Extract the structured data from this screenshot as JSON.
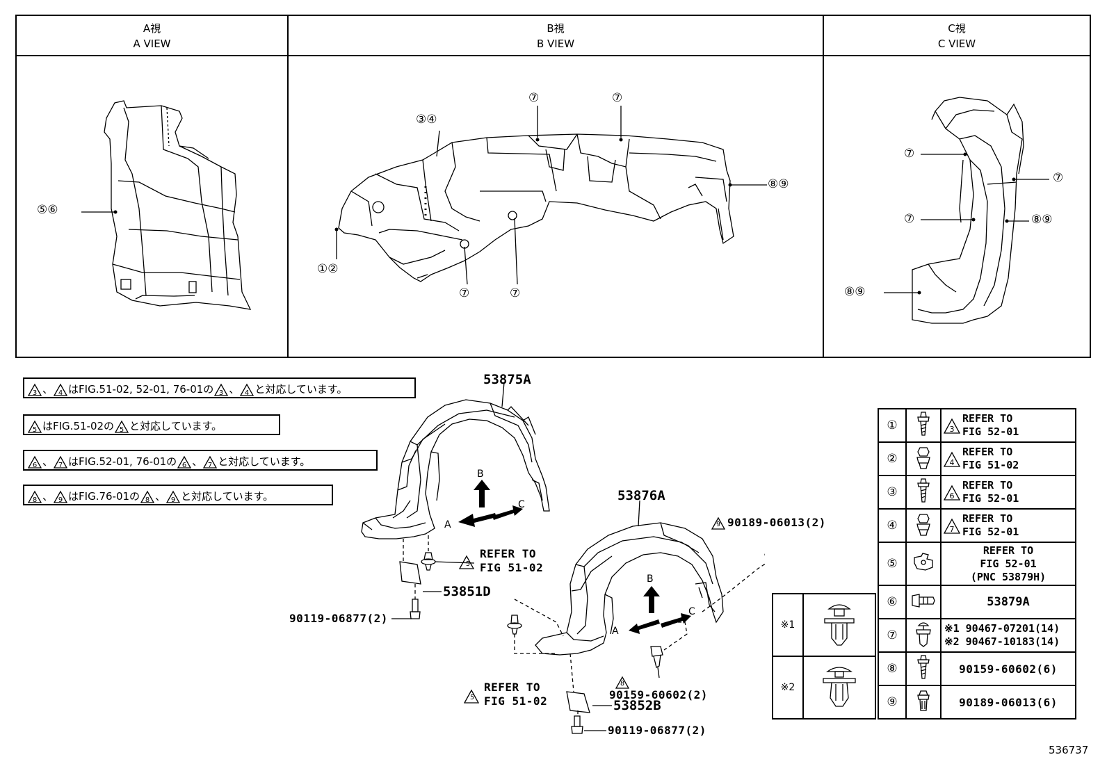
{
  "views": [
    {
      "title_jp": "A視",
      "title_en": "A VIEW"
    },
    {
      "title_jp": "B視",
      "title_en": "B VIEW"
    },
    {
      "title_jp": "C視",
      "title_en": "C VIEW"
    }
  ],
  "callouts": {
    "a56": "⑤⑥",
    "b34": "③④",
    "b12": "①②",
    "b7": "⑦",
    "b89": "⑧⑨",
    "c89": "⑧⑨"
  },
  "notes": [
    {
      "t1": "3",
      "sep1": "、",
      "t2": "4",
      "text": "はFIG.51-02, 52-01, 76-01の",
      "t3": "3",
      "sep2": "、",
      "t4": "4",
      "end": "と対応しています。"
    },
    {
      "t1": "5",
      "text": "はFIG.51-02の",
      "t2": "5",
      "end": "と対応しています。"
    },
    {
      "t1": "6",
      "sep1": "、",
      "t2": "7",
      "text": "はFIG.52-01, 76-01の",
      "t3": "6",
      "sep2": "、",
      "t4": "7",
      "end": "と対応しています。"
    },
    {
      "t1": "8",
      "sep1": "、",
      "t2": "9",
      "text": "はFIG.76-01の",
      "t3": "8",
      "sep2": "、",
      "t4": "9",
      "end": "と対応しています。"
    }
  ],
  "parts": {
    "p53875A": "53875A",
    "p53876A": "53876A",
    "p53851D": "53851D",
    "p53852B": "53852B",
    "refer_to": "REFER TO",
    "fig5102": "FIG 51-02",
    "ref_tri": "5",
    "bolt1": "90119-06877(2)",
    "bolt2": "90119-06877(2)",
    "clip9_tri": "9",
    "clip9": "90189-06013(2)",
    "screw8_tri": "8",
    "screw8": "90159-60602(2)",
    "dirA": "A",
    "dirB": "B",
    "dirC": "C"
  },
  "legend": [
    {
      "num": "①",
      "tri": "3",
      "l1": "REFER TO",
      "l2": "FIG 52-01"
    },
    {
      "num": "②",
      "tri": "4",
      "l1": "REFER TO",
      "l2": "FIG 51-02"
    },
    {
      "num": "③",
      "tri": "6",
      "l1": "REFER TO",
      "l2": "FIG 52-01"
    },
    {
      "num": "④",
      "tri": "7",
      "l1": "REFER TO",
      "l2": "FIG 52-01"
    },
    {
      "num": "⑤",
      "l1": "REFER TO",
      "l2": "FIG 52-01",
      "l3": "(PNC 53879H)"
    },
    {
      "num": "⑥",
      "part": "53879A"
    },
    {
      "num": "⑦",
      "m1": "※1",
      "p1": "90467-07201(14)",
      "m2": "※2",
      "p2": "90467-10183(14)"
    },
    {
      "num": "⑧",
      "part": "90159-60602(6)"
    },
    {
      "num": "⑨",
      "part": "90189-06013(6)"
    }
  ],
  "clip_table": [
    {
      "mark": "※1"
    },
    {
      "mark": "※2"
    }
  ],
  "drawing_id": "536737"
}
